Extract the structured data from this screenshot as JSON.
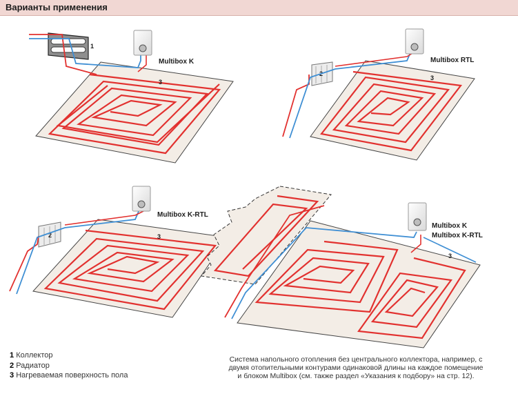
{
  "header": {
    "title": "Варианты применения"
  },
  "diagrams": {
    "d1": {
      "box_label": "Multibox K",
      "collector_num": "1",
      "floor_num": "3"
    },
    "d2": {
      "box_label": "Multibox RTL",
      "radiator_num": "2",
      "floor_num": "3"
    },
    "d3": {
      "box_label": "Multibox K-RTL",
      "radiator_num": "2",
      "floor_num": "3"
    },
    "d4": {
      "box_label_1": "Multibox K",
      "box_label_2": "Multibox K-RTL",
      "floor_num": "3"
    }
  },
  "legend": [
    {
      "num": "1",
      "text": "Коллектор"
    },
    {
      "num": "2",
      "text": "Радиатор"
    },
    {
      "num": "3",
      "text": "Нагреваемая поверхность пола"
    }
  ],
  "note": {
    "line1": "Система напольного отопления без центрального коллектора, например, с",
    "line2": "двумя отопительными контурами одинаковой длины на каждое помещение",
    "line3": "и блоком Multibox (см. также раздел «Указания к подбору» на стр. 12)."
  },
  "colors": {
    "supply": "#e2312f",
    "return": "#3f8fd4",
    "floor": "#f3ede6",
    "header_bg": "#f1d7d3"
  }
}
